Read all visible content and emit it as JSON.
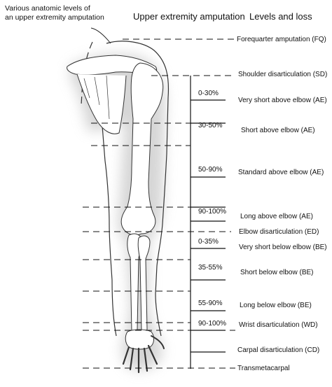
{
  "caption": {
    "line1": "Various  anatomic levels of",
    "line2": "an upper extremity amputation"
  },
  "headers": {
    "center": "Upper extremity amputation",
    "right": "Levels and loss"
  },
  "levels": [
    {
      "name": "Forequarter amputation (FQ)"
    },
    {
      "name": "Shoulder disarticulation (SD)"
    },
    {
      "name": "Very short above elbow (AE)",
      "range": "0-30%"
    },
    {
      "name": "Short above elbow (AE)",
      "range": "30-50%"
    },
    {
      "name": "Standard above elbow (AE)",
      "range": "50-90%"
    },
    {
      "name": "Long above elbow (AE)",
      "range": "90-100%"
    },
    {
      "name": "Elbow disarticulation (ED)"
    },
    {
      "name": "Very short below elbow (BE)",
      "range": "0-35%"
    },
    {
      "name": "Short below elbow (BE)",
      "range": "35-55%"
    },
    {
      "name": "Long below elbow (BE)",
      "range": "55-90%"
    },
    {
      "name": "Wrist disarticulation (WD)",
      "range": "90-100%"
    },
    {
      "name": "Carpal disarticulation (CD)"
    },
    {
      "name": "Transmetacarpal"
    }
  ]
}
